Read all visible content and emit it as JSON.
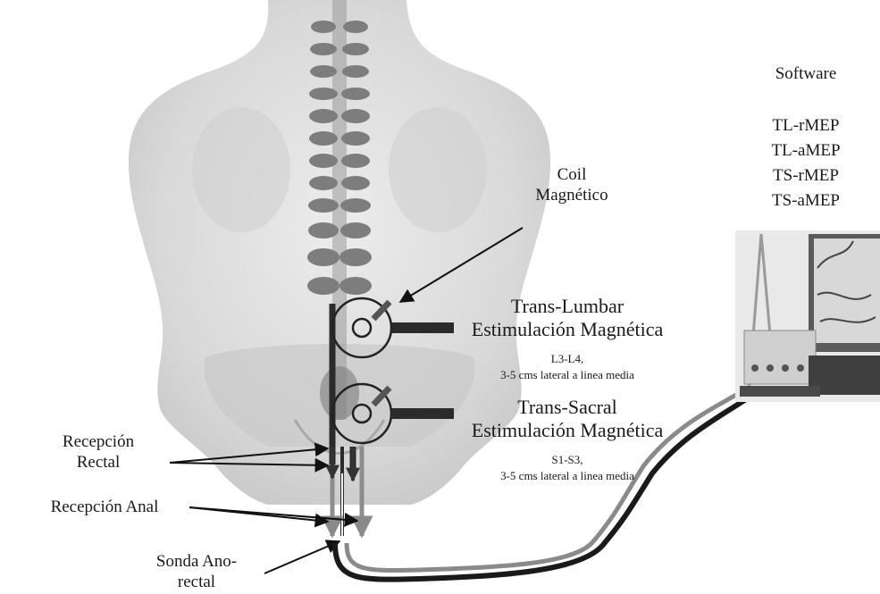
{
  "software": {
    "title": "Software",
    "modes": [
      "TL-rMEP",
      "TL-aMEP",
      "TS-rMEP",
      "TS-aMEP"
    ]
  },
  "coil": {
    "label": "Coil\nMagnético"
  },
  "trans_lumbar": {
    "title": "Trans-Lumbar\nEstimulación Magnética",
    "detail": "L3-L4,\n3-5 cms lateral a linea media"
  },
  "trans_sacral": {
    "title": "Trans-Sacral\nEstimulación Magnética",
    "detail": "S1-S3,\n3-5 cms lateral a linea media"
  },
  "reception": {
    "rectal": "Recepción\nRectal",
    "anal": "Recepción Anal",
    "probe": "Sonda Ano-\nrectal"
  }
}
